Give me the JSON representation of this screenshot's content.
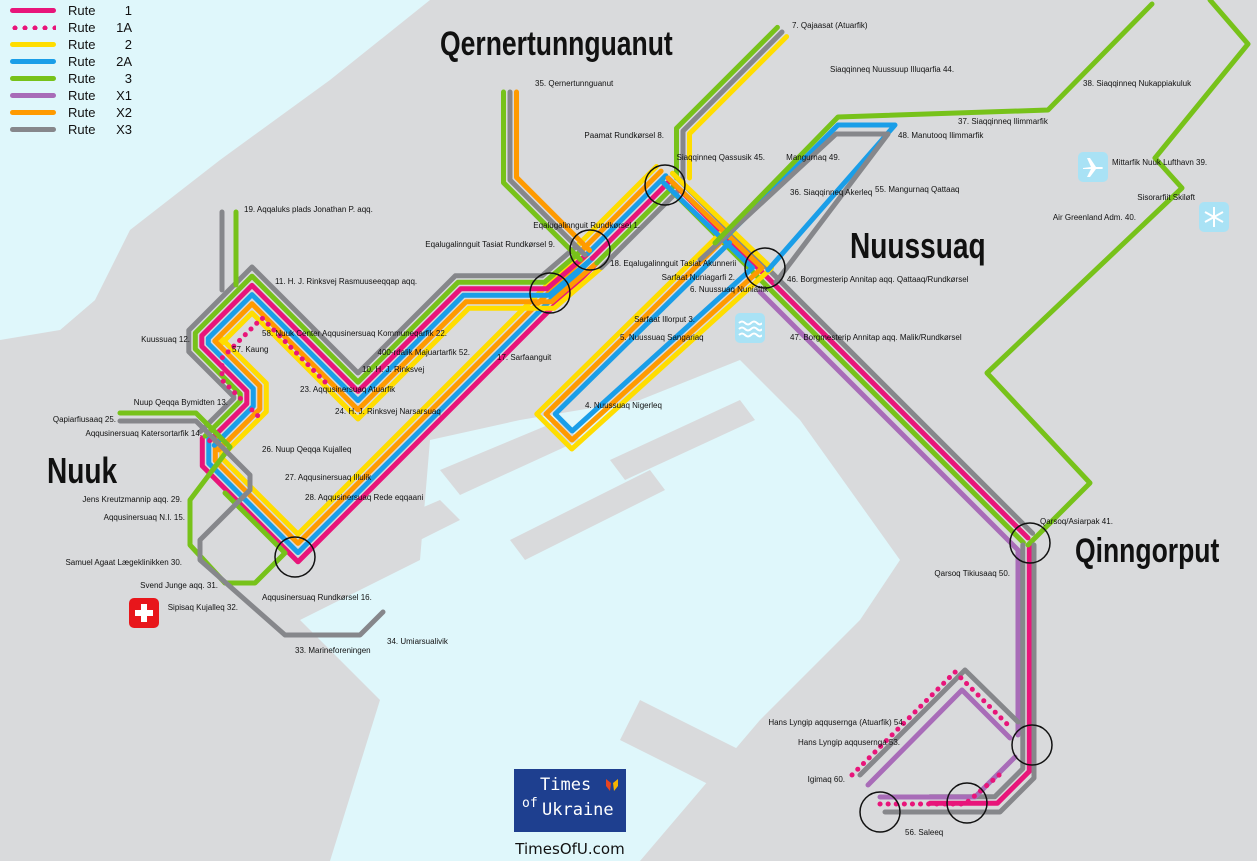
{
  "legend": [
    {
      "label": "Rute",
      "route": "1",
      "color": "#e8157a",
      "style": "solid"
    },
    {
      "label": "Rute",
      "route": "1A",
      "color": "#e8157a",
      "style": "dotted"
    },
    {
      "label": "Rute",
      "route": "2",
      "color": "#ffdd00",
      "style": "solid"
    },
    {
      "label": "Rute",
      "route": "2A",
      "color": "#1a9ee8",
      "style": "solid"
    },
    {
      "label": "Rute",
      "route": "3",
      "color": "#77c21a",
      "style": "solid"
    },
    {
      "label": "Rute",
      "route": "X1",
      "color": "#a86cb8",
      "style": "solid"
    },
    {
      "label": "Rute",
      "route": "X2",
      "color": "#ff9a00",
      "style": "solid"
    },
    {
      "label": "Rute",
      "route": "X3",
      "color": "#86878b",
      "style": "solid"
    }
  ],
  "areas": {
    "qernertunnguanut": "Qernertunnguanut",
    "nuussuaq": "Nuussuaq",
    "nuuk": "Nuuk",
    "qinngorput": "Qinngorput"
  },
  "stops": [
    {
      "id": "1",
      "text": "Eqalugalinnguit Rundkørsel 1."
    },
    {
      "id": "2",
      "text": "Sarfaat Nuniagarfi 2."
    },
    {
      "id": "3",
      "text": "Sarfaat Illorput 3."
    },
    {
      "id": "4",
      "text": "4. Nuussuaq Nigerleq"
    },
    {
      "id": "5",
      "text": "5. Nuussuaq Sangariaq"
    },
    {
      "id": "6",
      "text": "6. Nuussuaq Nuniaffik"
    },
    {
      "id": "7",
      "text": "7. Qajaasat (Atuarfik)"
    },
    {
      "id": "8",
      "text": "Paamat Rundkørsel 8."
    },
    {
      "id": "9",
      "text": "Eqalugalinnguit Tasiat Rundkørsel 9."
    },
    {
      "id": "10",
      "text": "10. H. J. Rinksvej"
    },
    {
      "id": "11",
      "text": "11. H. J. Rinksvej Rasmuuseeqqap aqq."
    },
    {
      "id": "12",
      "text": "Kuussuaq 12."
    },
    {
      "id": "13",
      "text": "Nuup Qeqqa Bymidten 13."
    },
    {
      "id": "14",
      "text": "Aqqusinersuaq Katersortarfik 14."
    },
    {
      "id": "15",
      "text": "Aqqusinersuaq N.I. 15."
    },
    {
      "id": "16",
      "text": "Aqqusinersuaq Rundkørsel 16."
    },
    {
      "id": "17",
      "text": "17. Sarfaanguit"
    },
    {
      "id": "18",
      "text": "18. Eqalugalinnguit Tasiat Akunnerii"
    },
    {
      "id": "19",
      "text": "19. Aqqaluks plads Jonathan P. aqq."
    },
    {
      "id": "22",
      "text": "58. Nuuk Center Aqqusinersuaq Kommuneqarfik 22."
    },
    {
      "id": "57",
      "text": "57. Kaung"
    },
    {
      "id": "23",
      "text": "23. Aqqusinersuaq Atuarfik"
    },
    {
      "id": "24",
      "text": "24. H. J. Rinksvej Narsarsuaq"
    },
    {
      "id": "25",
      "text": "Qapiarfiusaaq 25."
    },
    {
      "id": "26",
      "text": "26. Nuup Qeqqa Kujalleq"
    },
    {
      "id": "27",
      "text": "27. Aqqusinersuaq Illulik"
    },
    {
      "id": "28",
      "text": "28. Aqqusinersuaq Rede eqqaani"
    },
    {
      "id": "29",
      "text": "Jens Kreutzmannip aqq. 29."
    },
    {
      "id": "30",
      "text": "Samuel Agaat Lægeklinikken 30."
    },
    {
      "id": "31",
      "text": "Svend Junge aqq. 31."
    },
    {
      "id": "32",
      "text": "Sipisaq Kujalleq 32."
    },
    {
      "id": "33",
      "text": "33. Marineforeningen"
    },
    {
      "id": "34",
      "text": "34. Umiarsualivik"
    },
    {
      "id": "35",
      "text": "35. Qernertunnguanut"
    },
    {
      "id": "36",
      "text": "36. Siaqqinneq Akerleq"
    },
    {
      "id": "37",
      "text": "37. Siaqqinneq Ilimmarfik"
    },
    {
      "id": "38",
      "text": "38. Siaqqinneq Nukappiakuluk"
    },
    {
      "id": "39",
      "text": "Mittarfik Nuuk Lufthavn 39."
    },
    {
      "id": "40",
      "text": "Air Greenland Adm. 40."
    },
    {
      "id": "41",
      "text": "Qarsoq/Asiarpak 41."
    },
    {
      "id": "44",
      "text": "Siaqqinneq Nuussuup Illuqarfia 44."
    },
    {
      "id": "45",
      "text": "Siaqqinneq Qassusik 45."
    },
    {
      "id": "46",
      "text": "46. Borgmesterip Annitap aqq. Qattaaq/Rundkørsel"
    },
    {
      "id": "47",
      "text": "47. Borgmesterip Annitap aqq. Malik/Rundkørsel"
    },
    {
      "id": "48",
      "text": "48. Manutooq Ilimmarfik"
    },
    {
      "id": "49",
      "text": "Mangurnaq 49."
    },
    {
      "id": "50",
      "text": "Qarsoq Tikiusaaq 50."
    },
    {
      "id": "52",
      "text": "400-rdalik Majuartarfik 52."
    },
    {
      "id": "53",
      "text": "Hans Lyngip aqqusernga 53."
    },
    {
      "id": "54",
      "text": "Hans Lyngip aqqusernga (Atuarfik) 54."
    },
    {
      "id": "55",
      "text": "55. Mangurnaq Qattaaq"
    },
    {
      "id": "56",
      "text": "56. Saleeq"
    },
    {
      "id": "60",
      "text": "Igimaq 60."
    },
    {
      "id": "ski",
      "text": "Sisorarfiit Skiløft"
    }
  ],
  "icons": {
    "hospital": "hospital-icon",
    "pool": "swimming-pool-icon",
    "airport": "airplane-icon",
    "ski": "snowflake-icon"
  },
  "logo": {
    "line1": "Times",
    "line0": "of",
    "line2": "Ukraine",
    "site": "TimesOfU.com"
  },
  "colors": {
    "water": "#dff7fb",
    "land": "#d9dadc",
    "1": "#e8157a",
    "1A": "#e8157a",
    "2": "#ffdd00",
    "2A": "#1a9ee8",
    "3": "#77c21a",
    "X1": "#a86cb8",
    "X2": "#ff9a00",
    "X3": "#86878b"
  }
}
